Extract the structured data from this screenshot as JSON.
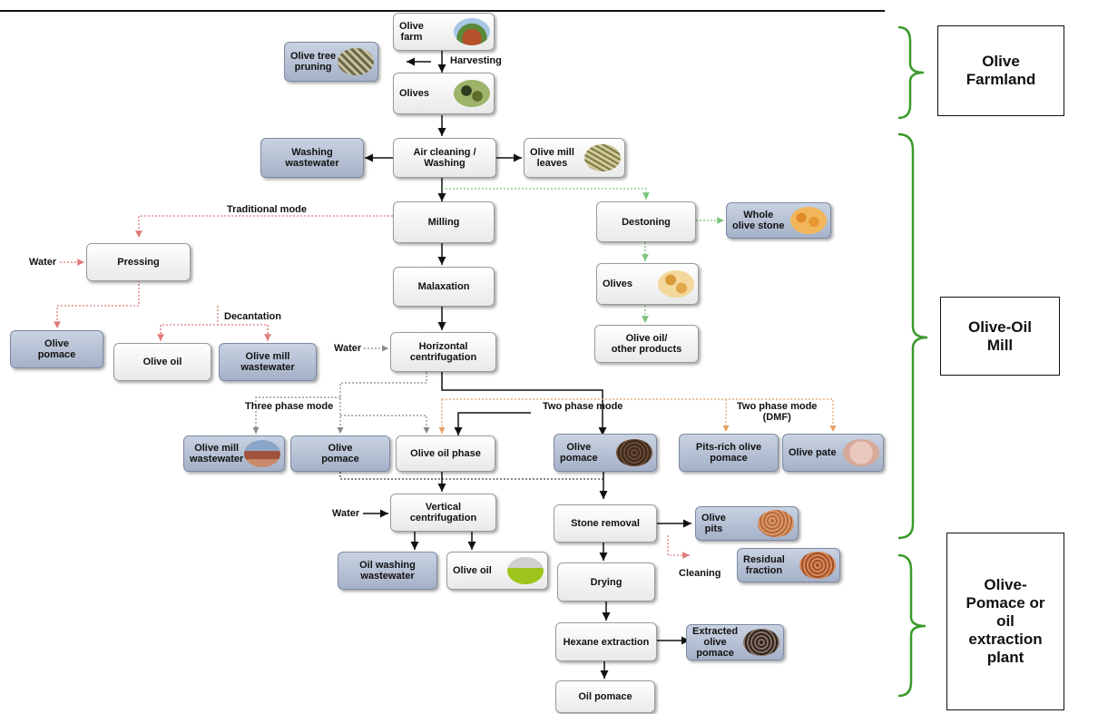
{
  "boxes": {
    "olive_farm": "Olive\nfarm",
    "olive_tree_pruning": "Olive tree\npruning",
    "olives_top": "Olives",
    "air_cleaning": "Air cleaning /\nWashing",
    "washing_wastewater": "Washing\nwastewater",
    "olive_mill_leaves": "Olive mill\nleaves",
    "milling": "Milling",
    "destoning": "Destoning",
    "whole_olive_stone": "Whole\nolive stone",
    "pressing": "Pressing",
    "olives_destoned": "Olives",
    "malaxation": "Malaxation",
    "olive_oil_other_products": "Olive oil/\nother products",
    "olive_pomace_left": "Olive\npomace",
    "olive_oil_left": "Olive oil",
    "olive_mill_wastewater_left": "Olive mill\nwastewater",
    "horizontal_centrifugation": "Horizontal\ncentrifugation",
    "olive_mill_wastewater_mid": "Olive mill\nwastewater",
    "olive_pomace_three": "Olive\npomace",
    "olive_oil_phase": "Olive oil phase",
    "olive_pomace_two": "Olive\npomace",
    "pits_rich_olive_pomace": "Pits-rich olive\npomace",
    "olive_pate": "Olive pate",
    "vertical_centrifugation": "Vertical\ncentrifugation",
    "stone_removal": "Stone removal",
    "olive_pits": "Olive\npits",
    "oil_washing_wastewater": "Oil washing\nwastewater",
    "olive_oil_vertical": "Olive oil",
    "residual_fraction": "Residual\nfraction",
    "drying": "Drying",
    "hexane_extraction": "Hexane extraction",
    "extracted_olive_pomace": "Extracted\nolive\npomace",
    "oil_pomace": "Oil pomace"
  },
  "labels": {
    "harvesting": "Harvesting",
    "traditional_mode": "Traditional mode",
    "water_pressing": "Water",
    "decantation": "Decantation",
    "water_horizontal": "Water",
    "three_phase_mode": "Three phase mode",
    "two_phase_mode": "Two phase mode",
    "two_phase_mode_dmf": "Two phase mode\n(DMF)",
    "water_vertical": "Water",
    "cleaning": "Cleaning"
  },
  "regions": {
    "farmland": "Olive\nFarmland",
    "mill": "Olive-Oil\nMill",
    "pomace_plant": "Olive-\nPomace or\noil\nextraction\nplant"
  },
  "colors": {
    "box_light": "#f2f2f2",
    "box_blue": "#a9b4ca",
    "arrow_solid": "#111111",
    "arrow_pink": "#e07b7b",
    "arrow_green": "#7cc47c",
    "arrow_gray": "#888888",
    "arrow_orange": "#e6a060",
    "bracket_green": "#3a9a2a"
  }
}
